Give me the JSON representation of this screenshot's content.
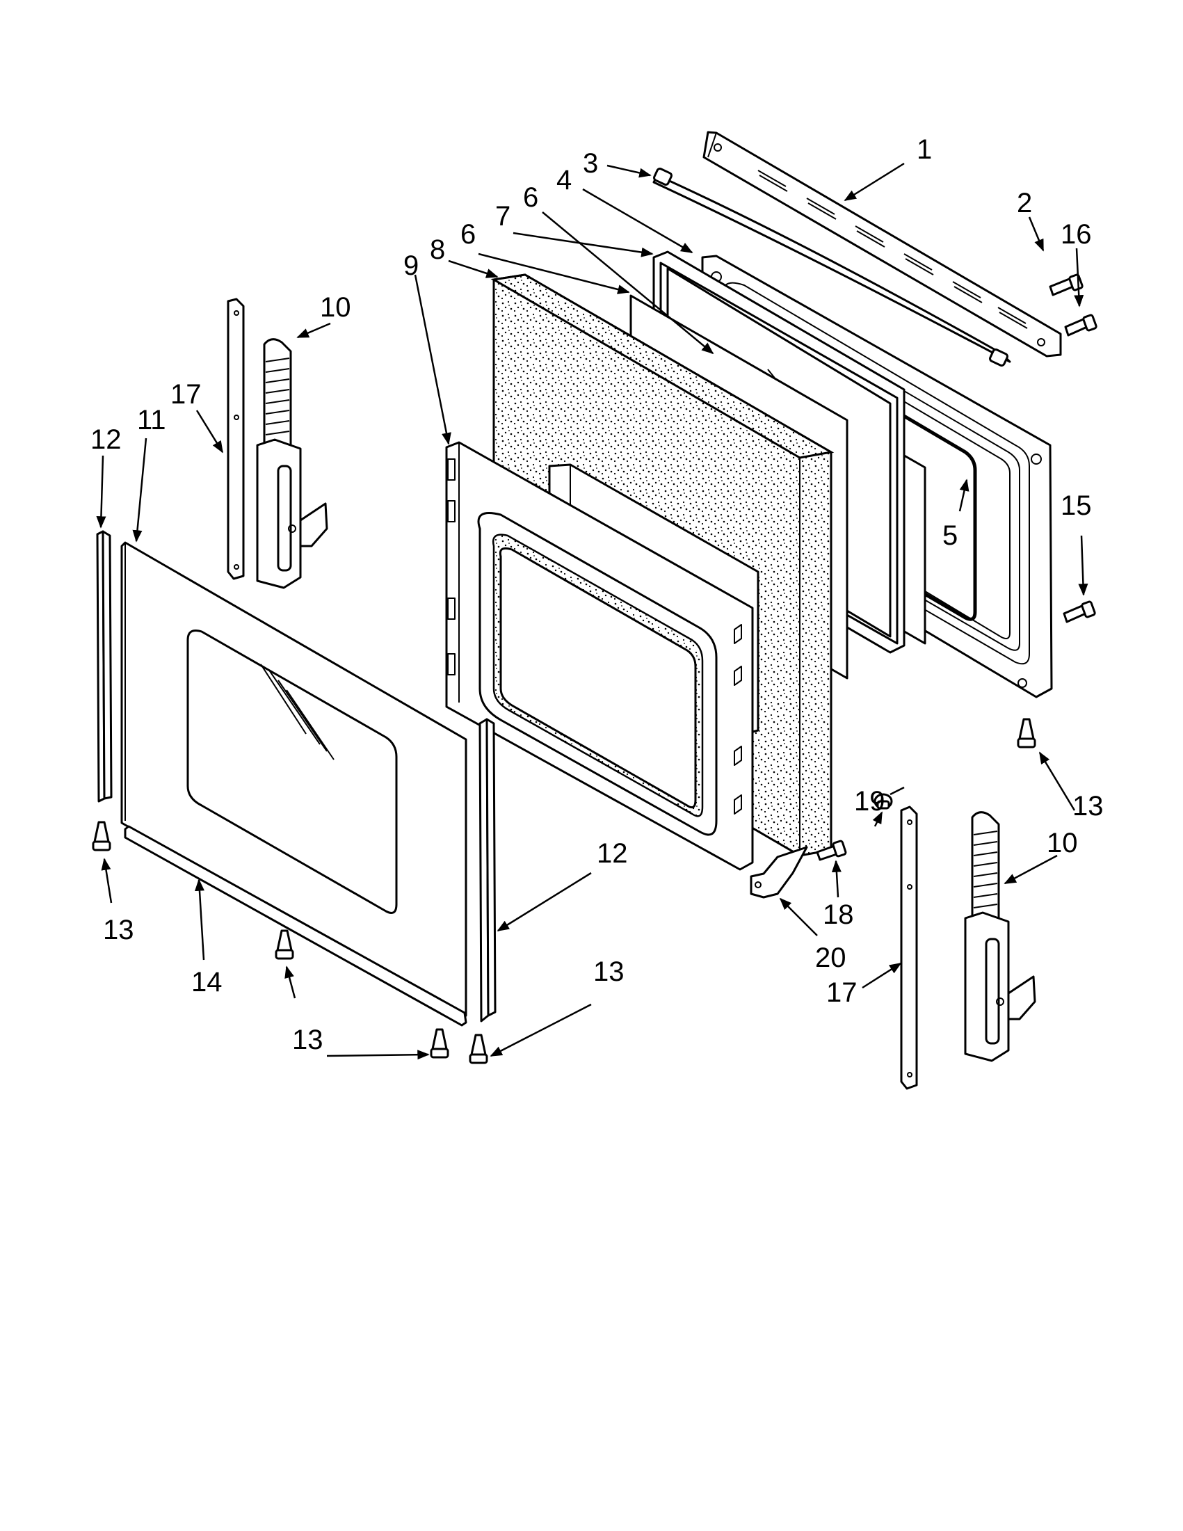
{
  "diagram": {
    "callouts": [
      {
        "id": "c1",
        "text": "1"
      },
      {
        "id": "c2",
        "text": "2"
      },
      {
        "id": "c3",
        "text": "3"
      },
      {
        "id": "c4",
        "text": "4"
      },
      {
        "id": "c5",
        "text": "5"
      },
      {
        "id": "c6a",
        "text": "6"
      },
      {
        "id": "c6b",
        "text": "6"
      },
      {
        "id": "c7",
        "text": "7"
      },
      {
        "id": "c8",
        "text": "8"
      },
      {
        "id": "c9",
        "text": "9"
      },
      {
        "id": "c10a",
        "text": "10"
      },
      {
        "id": "c10b",
        "text": "10"
      },
      {
        "id": "c11",
        "text": "11"
      },
      {
        "id": "c12a",
        "text": "12"
      },
      {
        "id": "c12b",
        "text": "12"
      },
      {
        "id": "c13a",
        "text": "13"
      },
      {
        "id": "c13b",
        "text": "13"
      },
      {
        "id": "c13c",
        "text": "13"
      },
      {
        "id": "c13d",
        "text": "13"
      },
      {
        "id": "c14",
        "text": "14"
      },
      {
        "id": "c15",
        "text": "15"
      },
      {
        "id": "c16",
        "text": "16"
      },
      {
        "id": "c17a",
        "text": "17"
      },
      {
        "id": "c17b",
        "text": "17"
      },
      {
        "id": "c18",
        "text": "18"
      },
      {
        "id": "c19",
        "text": "19"
      },
      {
        "id": "c20",
        "text": "20"
      }
    ]
  }
}
